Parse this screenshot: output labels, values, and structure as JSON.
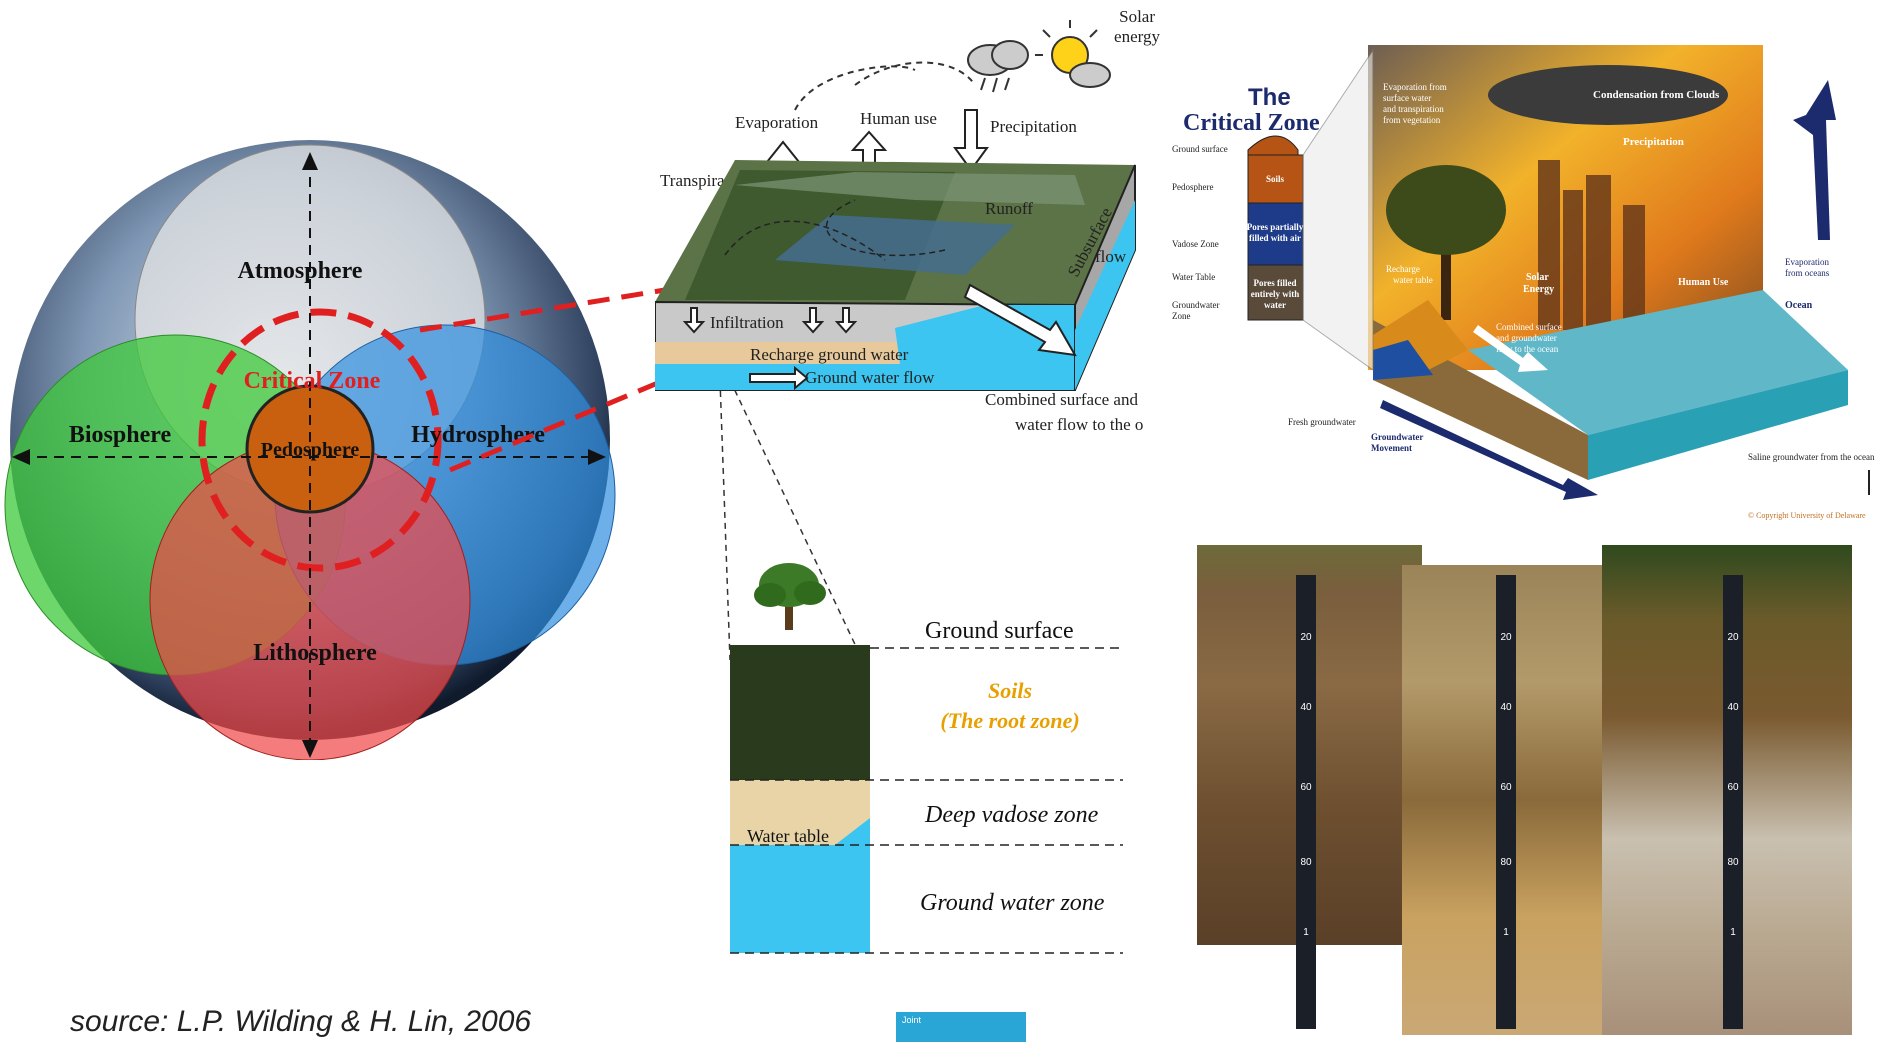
{
  "globe": {
    "atmosphere": "Atmosphere",
    "biosphere": "Biosphere",
    "hydrosphere": "Hydrosphere",
    "lithosphere": "Lithosphere",
    "pedosphere": "Pedosphere",
    "critical_zone": "Critical Zone"
  },
  "block": {
    "solar": "Solar",
    "energy": "energy",
    "evaporation": "Evaporation",
    "human_use": "Human use",
    "precipitation": "Precipitation",
    "transpiration": "Transpiration",
    "runoff": "Runoff",
    "subsurface": "Subsurface",
    "flow": "flow",
    "infiltration": "Infiltration",
    "recharge": "Recharge ground water",
    "groundwater_flow": "Ground water flow",
    "combined_1": "Combined surface and",
    "combined_2": "water flow to the o"
  },
  "profile": {
    "ground_surface": "Ground surface",
    "soils": "Soils",
    "root_zone": "(The root zone)",
    "deep_vadose": "Deep vadose zone",
    "water_table": "Water table",
    "ground_water_zone": "Ground water zone"
  },
  "cz_poster": {
    "title_1": "The",
    "title_2": "Critical Zone",
    "ground_surface": "Ground surface",
    "pedosphere": "Pedosphere",
    "vadose": "Vadose Zone",
    "water_table": "Water Table",
    "gw_zone_1": "Groundwater",
    "gw_zone_2": "Zone",
    "soils": "Soils",
    "pores_partial_1": "Pores partially",
    "pores_partial_2": "filled with air",
    "pores_filled_1": "Pores filled",
    "pores_filled_2": "entirely with",
    "pores_filled_3": "water",
    "evap_surface_1": "Evaporation from",
    "evap_surface_2": "surface water",
    "evap_surface_3": "and transpiration",
    "evap_surface_4": "from vegetation",
    "condensation": "Condensation from Clouds",
    "precipitation": "Precipitation",
    "recharge": "Recharge",
    "water_table_2": "water table",
    "solar_1": "Solar",
    "solar_2": "Energy",
    "human_use": "Human Use",
    "evap_oceans_1": "Evaporation",
    "evap_oceans_2": "from oceans",
    "ocean": "Ocean",
    "combined_1": "Combined surface",
    "combined_2": "and groundwater",
    "combined_3": "flow to the ocean",
    "fresh_gw": "Fresh groundwater",
    "gw_movement_1": "Groundwater",
    "gw_movement_2": "Movement",
    "saline": "Saline groundwater from the ocean",
    "copyright": "© Copyright University of Delaware"
  },
  "soil_ticks": [
    "20",
    "40",
    "60",
    "80",
    "1"
  ],
  "caption": "source: L.P. Wilding & H. Lin, 2006",
  "badge": "Joint",
  "colors": {
    "biosphere": "#3ec93a",
    "hydrosphere": "#2f8fe0",
    "lithosphere": "#f04a4a",
    "pedosphere": "#c9600f",
    "critical_zone": "#e02020",
    "soil_label": "#e8a000"
  }
}
